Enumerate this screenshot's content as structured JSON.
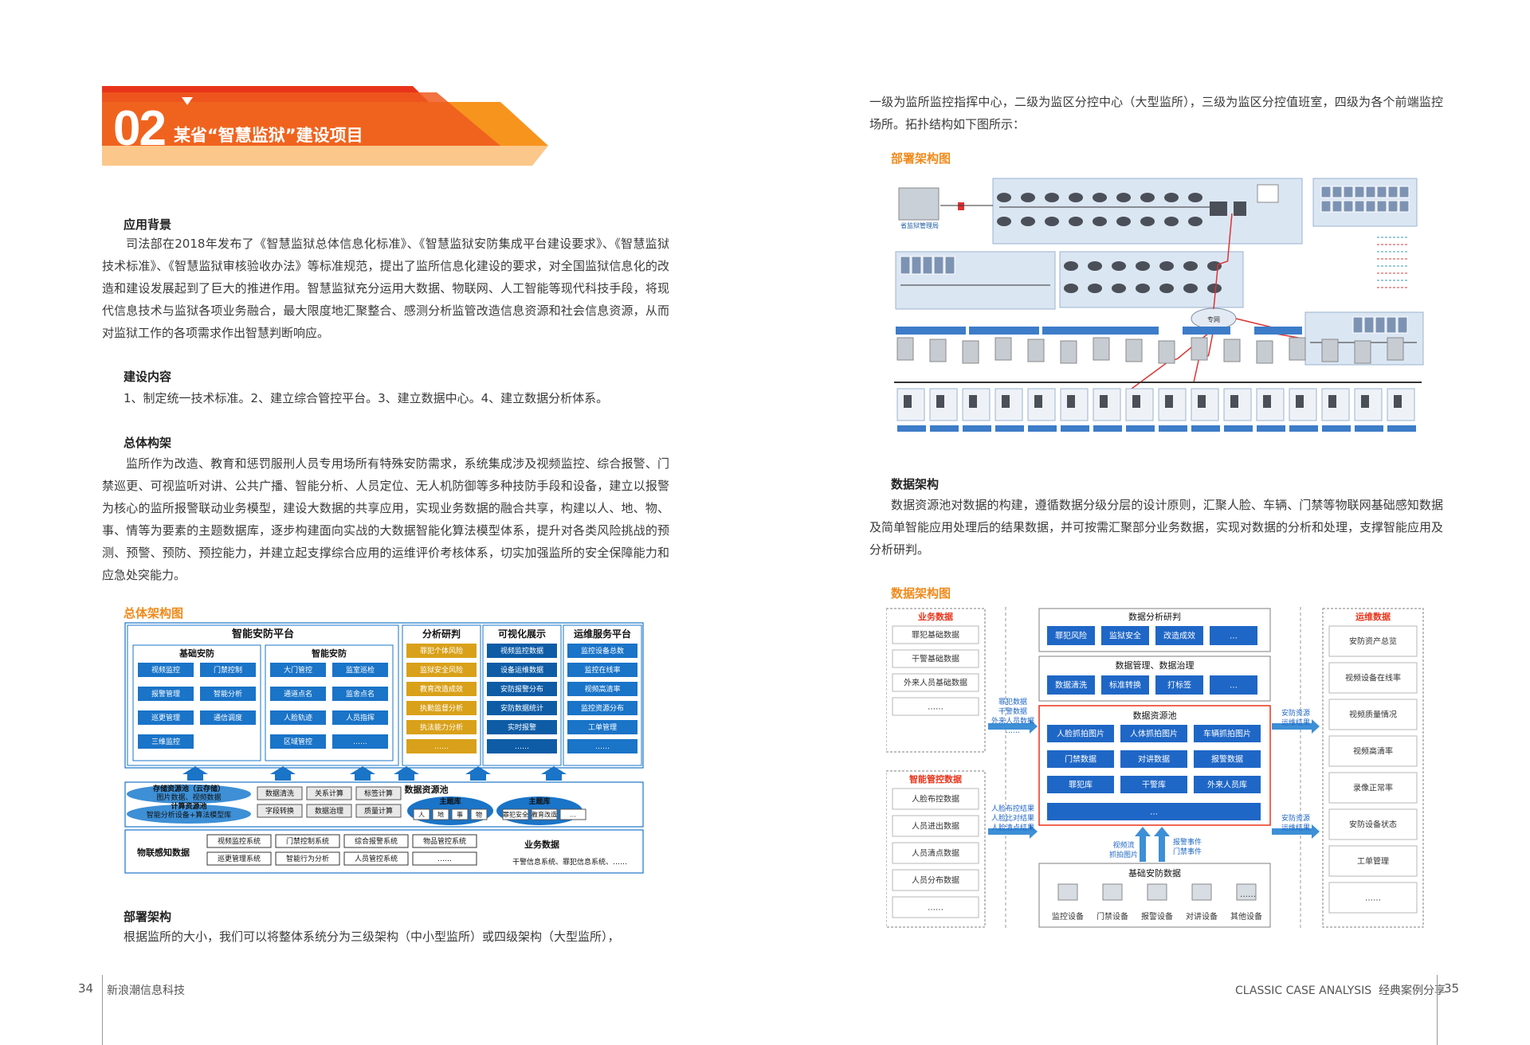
{
  "header": {
    "number": "02",
    "title": "某省“智慧监狱”建设项目"
  },
  "left": {
    "s1_title": "应用背景",
    "s1_body": "司法部在2018年发布了《智慧监狱总体信息化标准》、《智慧监狱安防集成平台建设要求》、《智慧监狱技术标准》、《智慧监狱审核验收办法》等标准规范，提出了监所信息化建设的要求，对全国监狱信息化的改造和建设发展起到了巨大的推进作用。智慧监狱充分运用大数据、物联网、人工智能等现代科技手段，将现代信息技术与监狱各项业务融合，最大限度地汇聚整合、感测分析监管改造信息资源和社会信息资源，从而对监狱工作的各项需求作出智慧判断响应。",
    "s2_title": "建设内容",
    "s2_body": "1、制定统一技术标准。2、建立综合管控平台。3、建立数据中心。4、建立数据分析体系。",
    "s3_title": "总体构架",
    "s3_body": "监所作为改造、教育和惩罚服刑人员专用场所有特殊安防需求，系统集成涉及视频监控、综合报警、门禁巡更、可视监听对讲、公共广播、智能分析、人员定位、无人机防御等多种技防手段和设备，建立以报警为核心的监所报警联动业务模型，建设大数据的共享应用，实现业务数据的融合共享，构建以人、地、物、事、情等为要素的主题数据库，逐步构建面向实战的大数据智能化算法模型体系，提升对各类风险挑战的预测、预警、预防、预控能力，并建立起支撑综合应用的运维评价考核体系，切实加强监所的安全保障能力和应急处突能力。",
    "fig1_title": "总体架构图",
    "s4_title": "部署架构",
    "s4_body": "根据监所的大小，我们可以将整体系统分为三级架构（中小型监所）或四级架构（大型监所），"
  },
  "arch": {
    "platforms": [
      {
        "title": "智能安防平台",
        "groups": [
          {
            "title": "基础安防",
            "items": [
              "视频监控",
              "门禁控制",
              "报警管理",
              "智能分析",
              "巡更管理",
              "通信调度",
              "三维监控"
            ]
          },
          {
            "title": "智能安防",
            "items": [
              "大门管控",
              "监室巡检",
              "通道点名",
              "监舍点名",
              "人脸轨迹",
              "人员指挥",
              "区域管控",
              "……"
            ]
          }
        ]
      },
      {
        "title": "分析研判",
        "items": [
          "罪犯个体风险",
          "监狱安全风险",
          "教育改造成效",
          "执勤监督分析",
          "执法能力分析",
          "……"
        ]
      },
      {
        "title": "可视化展示",
        "items": [
          "视频监控数据",
          "设备运维数据",
          "安防报警分布",
          "安防数据统计",
          "实时报警",
          "……"
        ]
      },
      {
        "title": "运维服务平台",
        "items": [
          "监控设备总数",
          "监控在线率",
          "视频高清率",
          "监控资源分布",
          "工单管理",
          "……"
        ]
      }
    ],
    "storage": [
      "存储资源池（云存储）",
      "图片数据、视频数据",
      "计算资源池",
      "智能分析设备+算法模型库"
    ],
    "pool_title": "数据资源池",
    "pool_ops": [
      "数据清洗",
      "关系计算",
      "标签计算",
      "字段转换",
      "数据治理",
      "质量计算"
    ],
    "themes": [
      {
        "title": "主题库",
        "items": [
          "人",
          "地",
          "事",
          "物"
        ]
      },
      {
        "title": "主题库",
        "items": [
          "罪犯安全",
          "教育改造",
          "…"
        ]
      }
    ],
    "iot_label": "物联感知数据",
    "iot_items": [
      "视频监控系统",
      "门禁控制系统",
      "综合报警系统",
      "物品管控系统",
      "巡更管理系统",
      "智能行为分析",
      "人员管控系统",
      "……"
    ],
    "biz_label": "业务数据",
    "biz_text": "干警信息系统、罪犯信息系统、……"
  },
  "right": {
    "intro": "一级为监所监控指挥中心，二级为监区分控中心（大型监所），三级为监区分控值班室，四级为各个前端监控场所。拓扑结构如下图所示：",
    "fig2_title": "部署架构图",
    "deploy": {
      "cloud": "专网",
      "hq": "省监狱管理局"
    },
    "s5_title": "数据架构",
    "s5_body": "数据资源池对数据的构建，遵循数据分级分层的设计原则，汇聚人脸、车辆、门禁等物联网基础感知数据及简单智能应用处理后的结果数据，并可按需汇聚部分业务数据，实现对数据的分析和处理，支撑智能应用及分析研判。",
    "fig3_title": "数据架构图"
  },
  "data_arch": {
    "biz": {
      "title": "业务数据",
      "items": [
        "罪犯基础数据",
        "干警基础数据",
        "外来人员基础数据",
        "……"
      ]
    },
    "smart": {
      "title": "智能管控数据",
      "items": [
        "人脸布控数据",
        "人员进出数据",
        "人员清点数据",
        "人员分布数据",
        "……"
      ]
    },
    "ops": {
      "title": "运维数据",
      "items": [
        "安防资产总览",
        "视频设备在线率",
        "视频质量情况",
        "视频高清率",
        "录像正常率",
        "安防设备状态",
        "工单管理",
        "……"
      ]
    },
    "analysis": {
      "title": "数据分析研判",
      "items": [
        "罪犯风险",
        "监狱安全",
        "改造成效",
        "…"
      ]
    },
    "gov": {
      "title": "数据管理、数据治理",
      "items": [
        "数据清洗",
        "标准转换",
        "打标签",
        "…"
      ]
    },
    "pool": {
      "title": "数据资源池",
      "items": [
        "人脸抓拍图片",
        "人体抓拍图片",
        "车辆抓拍图片",
        "门禁数据",
        "对讲数据",
        "报警数据",
        "罪犯库",
        "干警库",
        "外来人员库",
        "…"
      ]
    },
    "base": {
      "title": "基础安防数据",
      "items": [
        "监控设备",
        "门禁设备",
        "报警设备",
        "对讲设备",
        "其他设备"
      ],
      "more": "……"
    },
    "flows": {
      "l1": [
        "罪犯数据",
        "干警数据",
        "外来人员数据",
        "……"
      ],
      "l2": [
        "人脸布控结果",
        "人脸比对结果",
        "人脸清点结果"
      ],
      "r1": [
        "安防资源",
        "运维结果"
      ],
      "r2": [
        "安防资源",
        "运维结果"
      ],
      "b1": [
        "视频流",
        "抓拍图片"
      ],
      "b2": [
        "报警事件",
        "门禁事件"
      ]
    }
  },
  "footer": {
    "left_num": "34",
    "left_text": "新浪潮信息科技",
    "right_text": "CLASSIC CASE ANALYSIS  经典案例分享",
    "right_num": "35"
  },
  "colors": {
    "orange": "#f08a1c",
    "red": "#e8341a",
    "blue": "#1a74c8",
    "dark_blue": "#0e5ca6",
    "gold": "#d9a11a"
  }
}
